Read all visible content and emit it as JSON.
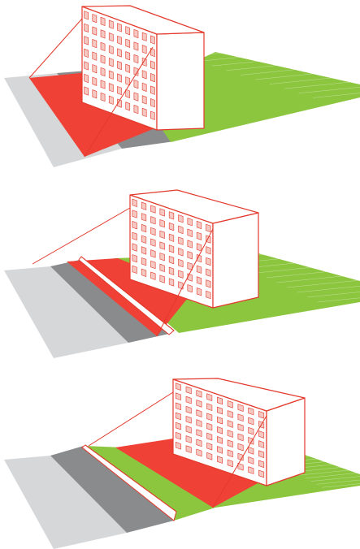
{
  "colors": {
    "background": "#ffffff",
    "street": "#d6d7d9",
    "sidewalk": "#8a8b8d",
    "grass": "#8cc63f",
    "shadow_zone": "#ef4136",
    "building_outline": "#e23a2c",
    "building_face": "#ffffff",
    "window_fill": "#f6c8c2"
  },
  "panels": [
    {
      "id": "panel-1",
      "has_wall": false
    },
    {
      "id": "panel-2",
      "has_wall": true
    },
    {
      "id": "panel-3",
      "has_wall": true
    }
  ]
}
